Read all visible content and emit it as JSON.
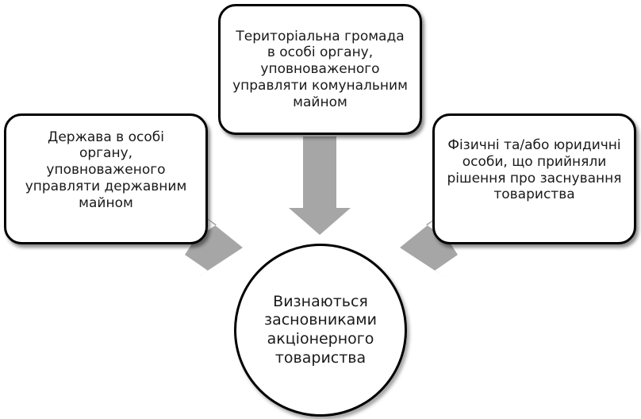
{
  "colors": {
    "arrow": "#a6a6a6",
    "border": "#000000",
    "background": "#ffffff"
  },
  "nodes": {
    "top": {
      "lines": [
        "Територіальна громада",
        "в  особі  органу,",
        "уповноваженого",
        "управляти комунальним",
        "майном"
      ]
    },
    "left": {
      "lines": [
        "Держава  в особі",
        "органу,",
        "уповноваженого",
        "управляти   державним",
        "майном"
      ]
    },
    "right": {
      "lines": [
        "Фізичні та/або юридичні",
        "особи,  що прийняли",
        "рішення про  заснування",
        "товариства"
      ]
    },
    "center": {
      "lines": [
        "Визнаються",
        "засновниками",
        "акціонерного",
        "товариства"
      ]
    }
  },
  "edges": [
    {
      "from": "top",
      "to": "center"
    },
    {
      "from": "left",
      "to": "center"
    },
    {
      "from": "right",
      "to": "center"
    }
  ]
}
